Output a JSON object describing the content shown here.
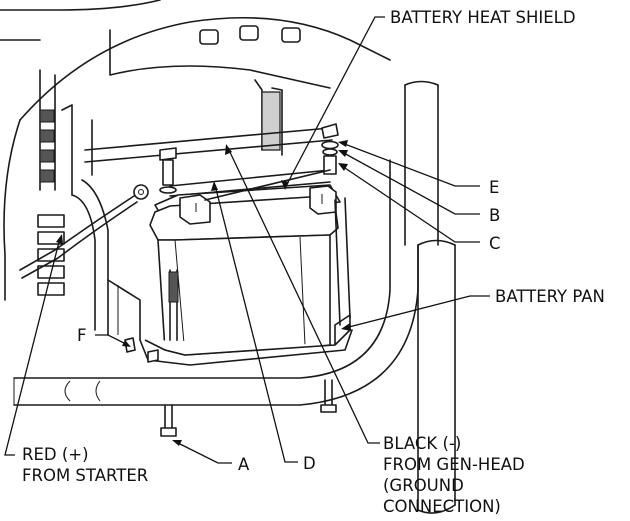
{
  "labels": {
    "battery_heat_shield": "BATTERY HEAT SHIELD",
    "e": "E",
    "b": "B",
    "c": "C",
    "battery_pan": "BATTERY PAN",
    "f": "F",
    "red_line1": "RED (+)",
    "red_line2": "FROM STARTER",
    "a": "A",
    "d": "D",
    "black_line1": "BLACK (-)",
    "black_line2": "FROM GEN-HEAD",
    "black_line3": "(GROUND",
    "black_line4": "CONNECTION)"
  }
}
